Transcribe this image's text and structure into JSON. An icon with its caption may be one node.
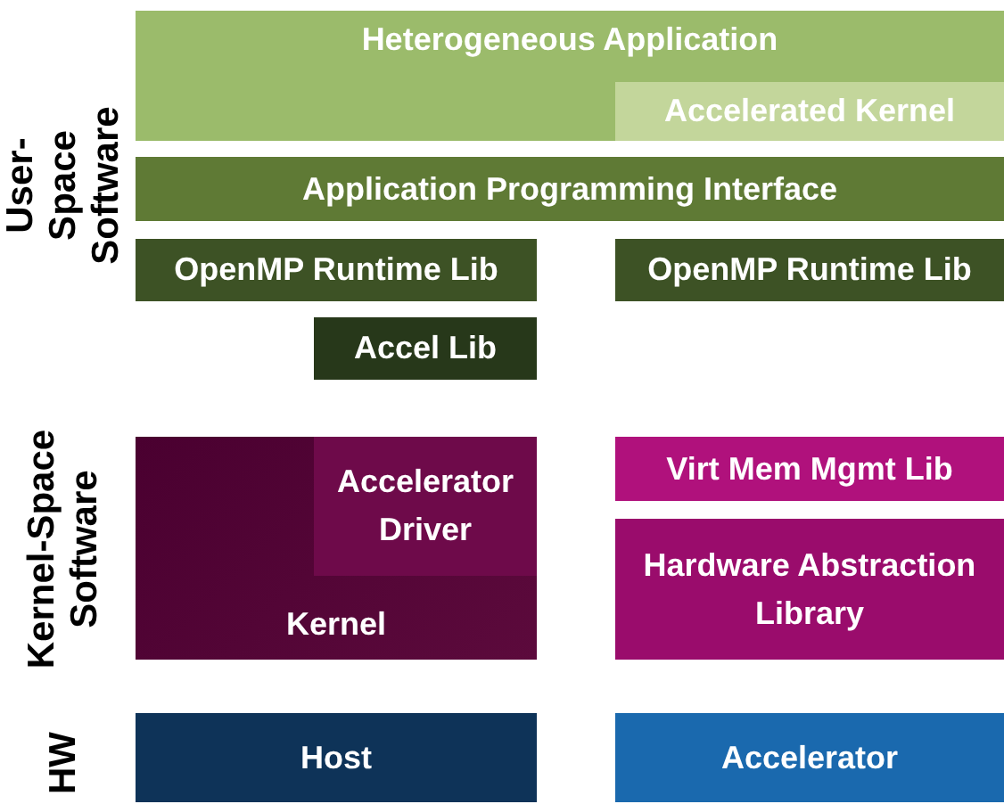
{
  "diagram": {
    "nodes": [
      {
        "text": [
          "Heterogeneous Application"
        ]
      },
      {
        "text": [
          "Accelerated Kernel"
        ],
        "in": 0
      },
      {
        "text": [
          "Application Programming Interface"
        ]
      },
      {
        "text": [
          "OpenMP Runtime Lib"
        ]
      },
      {
        "text": [
          "OpenMP Runtime Lib"
        ]
      },
      {
        "text": [
          "Accel Lib"
        ]
      },
      {
        "text": [
          "Kernel"
        ]
      },
      {
        "text": [
          "Accelerator Driver"
        ],
        "in": 6
      },
      {
        "text": [
          "Virt Mem Mgmt Lib"
        ]
      },
      {
        "text": [
          "Hardware Abstraction Library"
        ]
      },
      {
        "text": [
          "Host"
        ]
      },
      {
        "text": [
          "Accelerator"
        ]
      }
    ],
    "edges": [],
    "labels": [
      "User-Space Software",
      "Kernel-Space Software",
      "HW"
    ]
  }
}
